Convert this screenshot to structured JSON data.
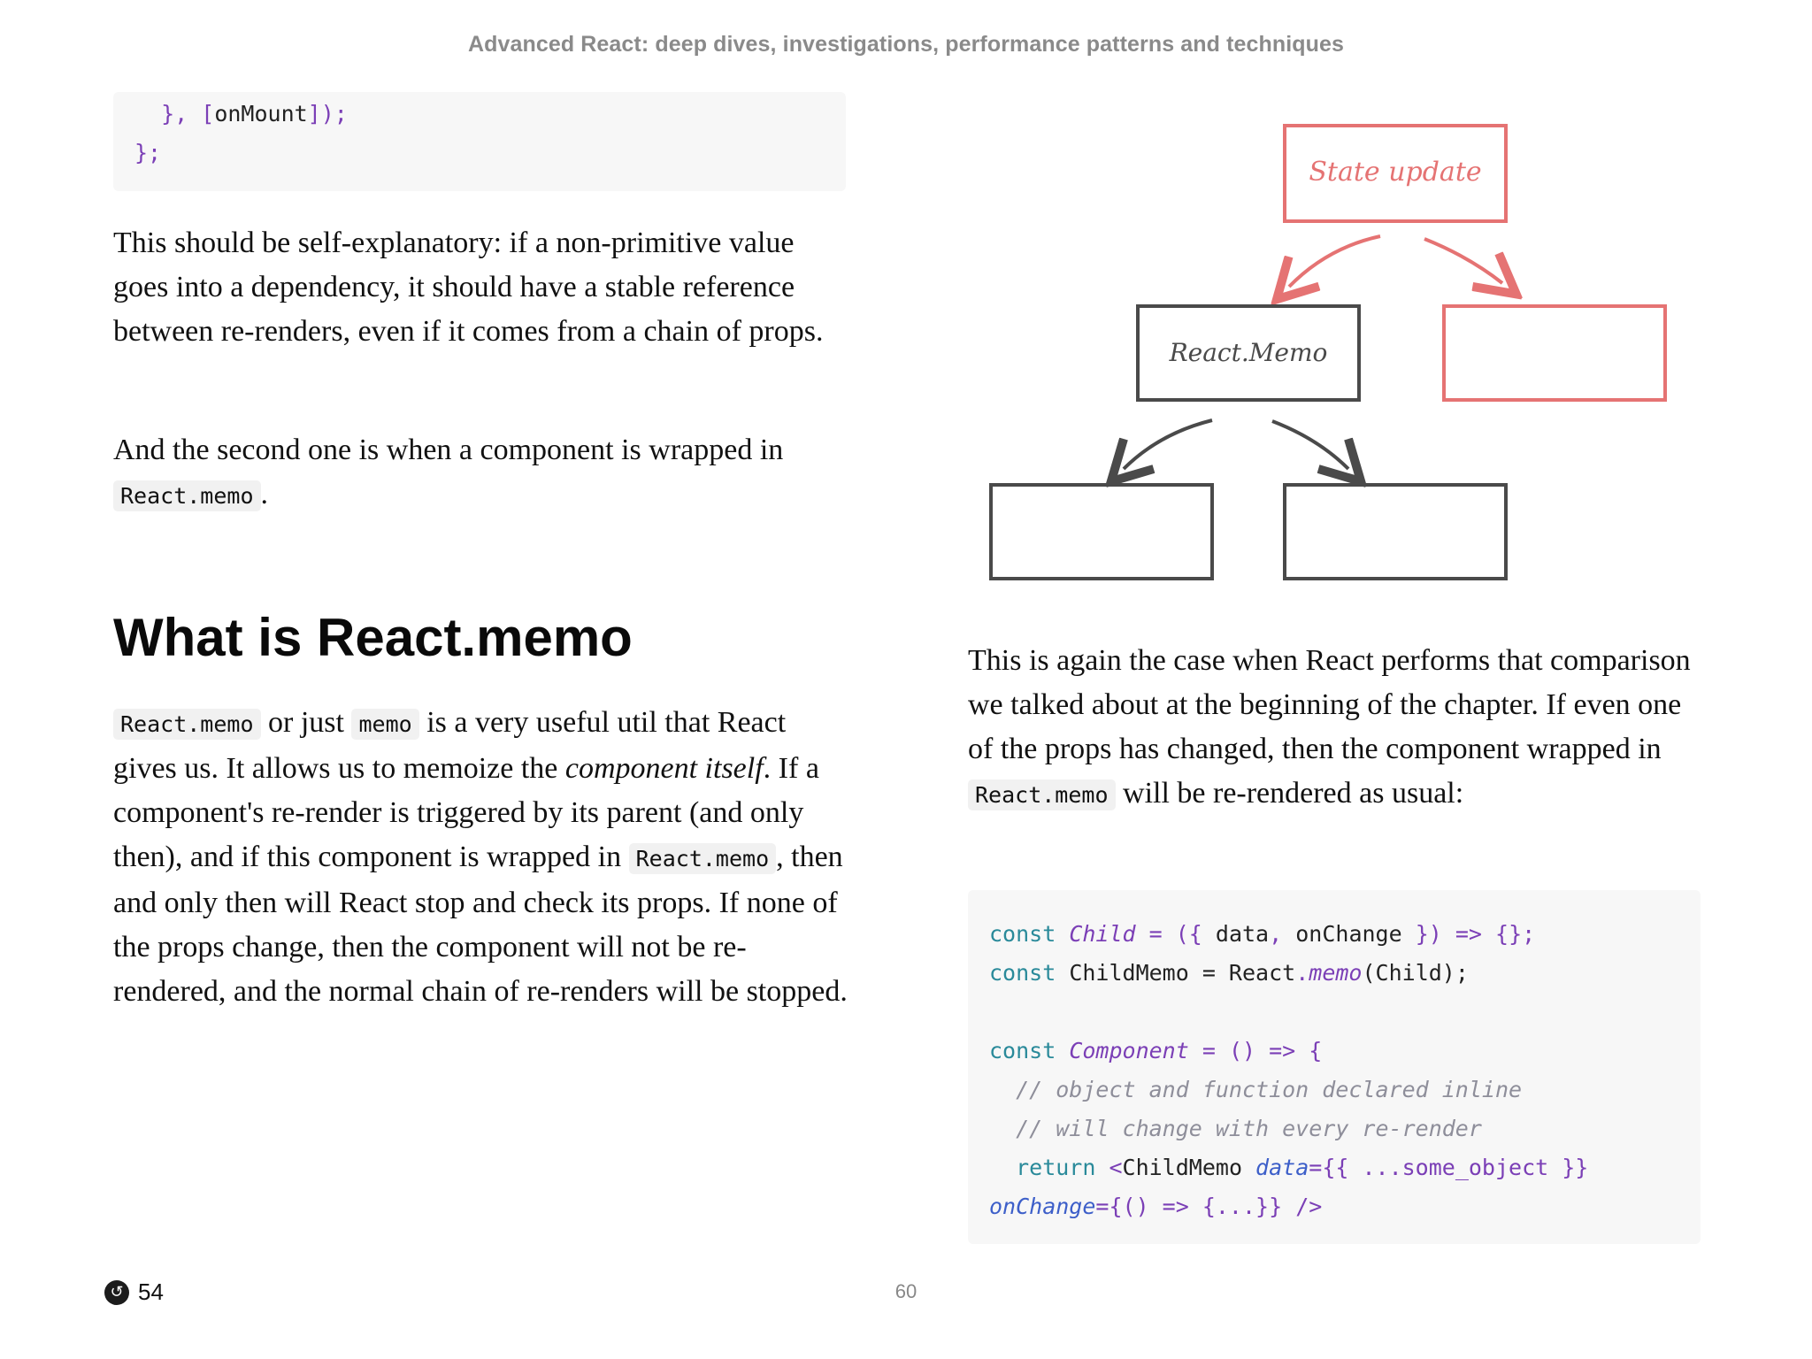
{
  "header": {
    "title": "Advanced React: deep dives, investigations, performance patterns and techniques"
  },
  "left": {
    "code_top": {
      "line1": "  }, [onMount]);",
      "line2": "};"
    },
    "para1": "This should be self-explanatory: if a non-primitive value goes into a dependency, it should have a stable reference between re-renders, even if it comes from a chain of props.",
    "para2_text": "And the second one is when a component is wrapped in",
    "para2_code": "React.memo",
    "para2_end": ".",
    "heading": "What is React.memo",
    "para3": {
      "code1": "React.memo",
      "t1": " or just ",
      "code2": "memo",
      "t2": " is a very useful util that React gives us. It allows us to memoize the ",
      "em": "component itself",
      "t3": ". If a component's re-render is triggered by its parent (and only then), and if this component is wrapped in ",
      "code3": "React.memo",
      "t4": ", then and only then will React stop and check its props. If none of the props change, then the component will not be re-rendered, and the normal chain of re-renders will be stopped."
    }
  },
  "diagram": {
    "state_label": "State update",
    "memo_label": "React.Memo",
    "colors": {
      "red": "#e57373",
      "gray": "#4a4a4a"
    }
  },
  "right": {
    "para": {
      "t1": "This is again the case when React performs that comparison we talked about at the beginning of the chapter. If even one of the props has changed, then the component wrapped in ",
      "code": "React.memo",
      "t2": " will be re-rendered as usual:"
    },
    "code": {
      "l1_const": "const",
      "l1_name": "Child",
      "l1_rest": " = ({ ",
      "l1_data": "data",
      "l1_comma": ", ",
      "l1_onchange": "onChange",
      "l1_end": " }) => {};",
      "l2_const": "const",
      "l2_name": " ChildMemo = React",
      "l2_dot": ".",
      "l2_memo": "memo",
      "l2_end": "(Child);",
      "l4_const": "const",
      "l4_name": "Component",
      "l4_rest": " = () => {",
      "l5": "  // object and function declared inline",
      "l6": "  // will change with every re-render",
      "l7_return": "  return",
      "l7_lt": " <",
      "l7_tag": "ChildMemo",
      "l7_attr": " data",
      "l7_val": "={{ ...some_object }}",
      "l8_attr": "onChange",
      "l8_val": "={() => {...}} />"
    }
  },
  "footer": {
    "back_count": "54",
    "page_number": "60"
  }
}
